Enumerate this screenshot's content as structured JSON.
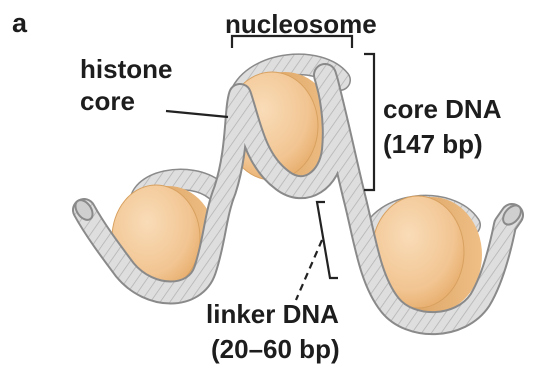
{
  "panel_letter": "a",
  "labels": {
    "nucleosome": "nucleosome",
    "histone_line1": "histone",
    "histone_line2": "core",
    "core_dna_line1": "core DNA",
    "core_dna_line2": "(147 bp)",
    "linker_line1": "linker DNA",
    "linker_line2": "(20–60 bp)"
  },
  "colors": {
    "histone_face": "#f3c99a",
    "histone_rim": "#e0a765",
    "dna_fill": "#dcdcdc",
    "dna_edge": "#8a8a8a",
    "text": "#1d1d1d"
  }
}
